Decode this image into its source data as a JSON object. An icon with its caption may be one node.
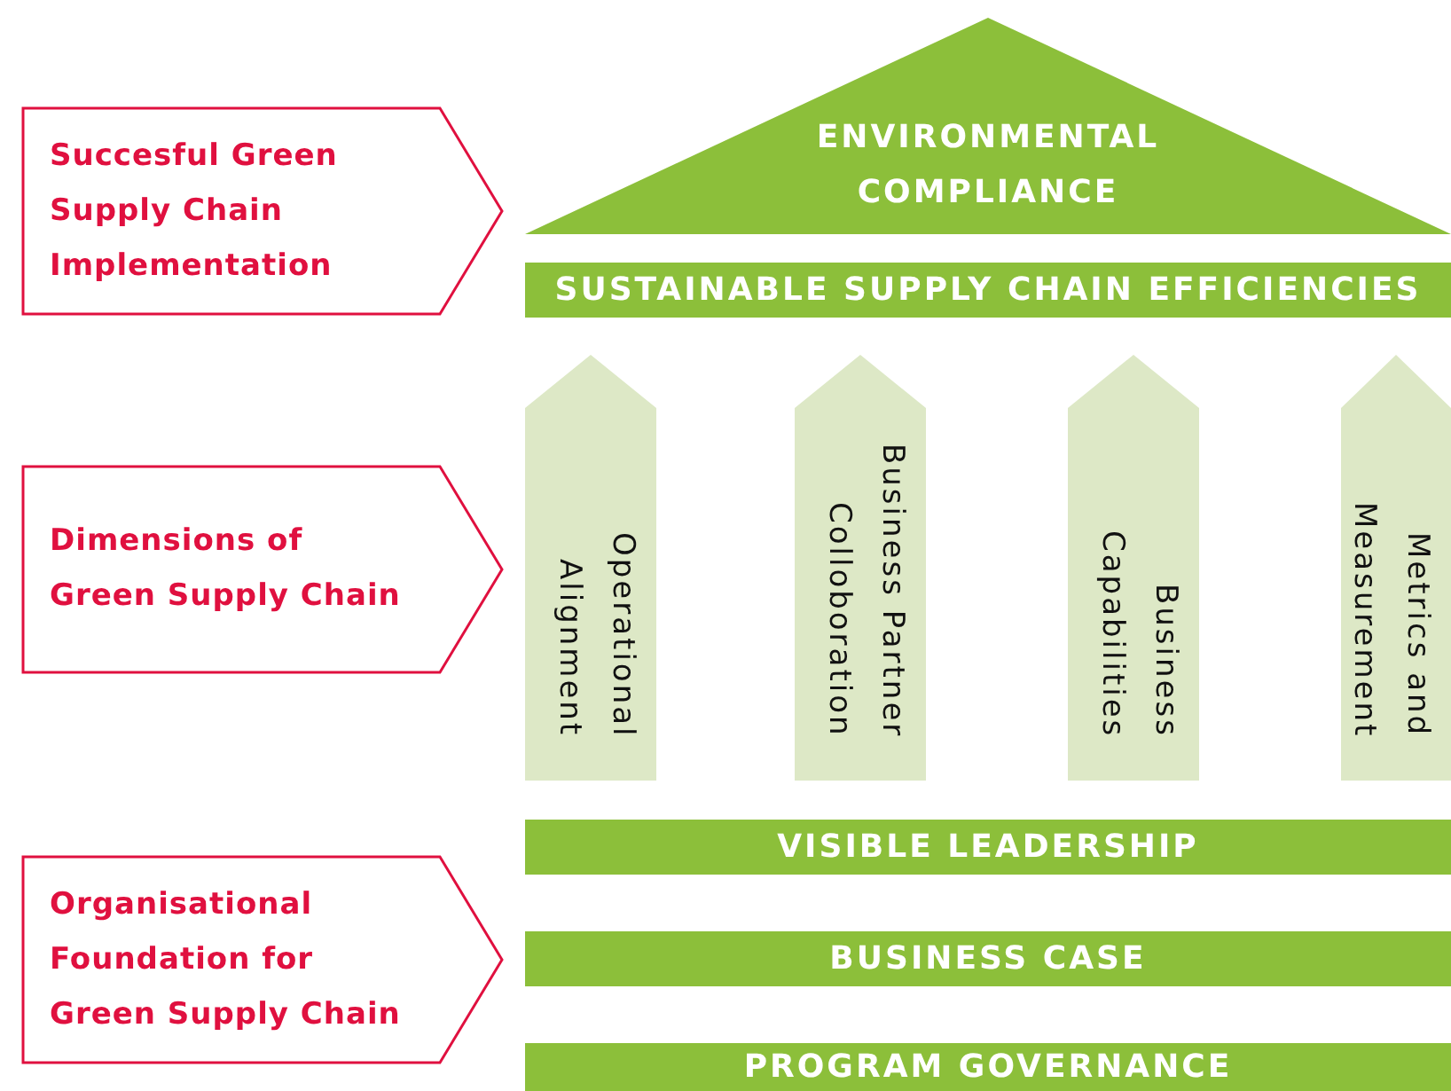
{
  "diagram": {
    "nodes": [
      {
        "text": [
          "Succesful Green Supply Chain Implementation"
        ]
      },
      {
        "text": [
          "Dimensions of Green Supply Chain"
        ]
      },
      {
        "text": [
          "Organisational Foundation for Green Supply Chain"
        ]
      },
      {
        "text": [
          "ENVIRONMENTAL COMPLIANCE"
        ]
      },
      {
        "text": [
          "SUSTAINABLE SUPPLY CHAIN EFFICIENCIES"
        ]
      },
      {
        "text": [
          "Operational Alignment"
        ]
      },
      {
        "text": [
          "Business Partner Colloboration"
        ]
      },
      {
        "text": [
          "Business Capabilities"
        ]
      },
      {
        "text": [
          "Metrics and Measurement"
        ]
      },
      {
        "text": [
          "VISIBLE LEADERSHIP"
        ]
      },
      {
        "text": [
          "BUSINESS CASE"
        ]
      },
      {
        "text": [
          "PROGRAM GOVERNANCE"
        ]
      }
    ]
  }
}
